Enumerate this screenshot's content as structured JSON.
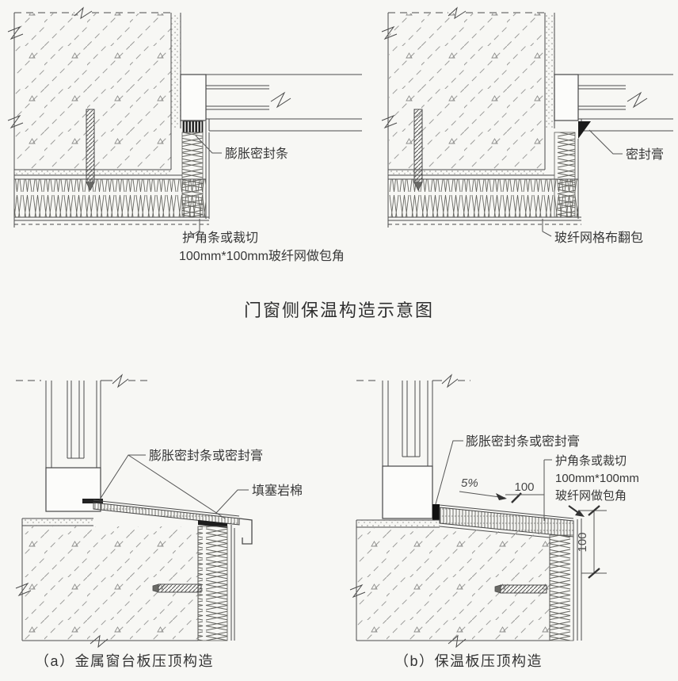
{
  "page": {
    "title": "门窗侧保温构造示意图"
  },
  "top_left_detail": {
    "label_expansion_seal": "膨胀密封条",
    "label_corner_line1": "护角条或裁切",
    "label_corner_line2": "100mm*100mm玻纤网做包角"
  },
  "top_right_detail": {
    "label_sealant": "密封膏",
    "label_mesh_wrap": "玻纤网格布翻包"
  },
  "bottom_left_detail": {
    "caption": "（a）金属窗台板压顶构造",
    "label_seal": "膨胀密封条或密封膏",
    "label_rockwool": "填塞岩棉"
  },
  "bottom_right_detail": {
    "caption": "（b）保温板压顶构造",
    "label_seal": "膨胀密封条或密封膏",
    "label_corner_line1": "护角条或裁切",
    "label_corner_line2": "100mm*100mm",
    "label_corner_line3": "玻纤网做包角",
    "slope_label": "5%",
    "dim_top": "100",
    "dim_right": "100"
  }
}
